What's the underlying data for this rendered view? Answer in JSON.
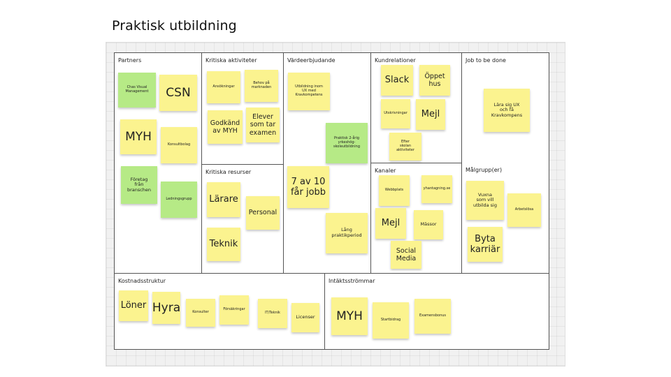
{
  "title": "Praktisk utbildning",
  "sections": {
    "partners": "Partners",
    "kritiska_aktiviteter": "Kritiska aktiviteter",
    "vardeerbjudande": "Värdeerbjudande",
    "kundrelationer": "Kundrelationer",
    "job_to_be_done": "Job to be done",
    "kritiska_resurser": "Kritiska resurser",
    "kanaler": "Kanaler",
    "malgrupper": "Målgrupp(er)",
    "kostnadsstruktur": "Kostnadsstruktur",
    "intaktsstrommar": "Intäktsströmmar"
  },
  "notes": {
    "chas": "Chas Visual\nManagement",
    "csn": "CSN",
    "myh_partner": "MYH",
    "konsultbolag": "Konsultbolag",
    "foretag": "Företag\nfrån\nbranschen",
    "ledningsgrupp": "Ledningsgrupp",
    "ansokningar": "Ansökningar",
    "behov": "Behov på\nmarknaden",
    "godkand": "Godkänd\nav MYH",
    "elever": "Elever\nsom tar\nexamen",
    "larare": "Lärare",
    "personal": "Personal",
    "teknik": "Teknik",
    "utbildning_ux": "Utbildning inom\nUX med\nKravkompetens",
    "praktisk": "Praktisk 2-årig\nyrkeshög-\nskoleutbildning",
    "sjuav10": "7 av 10\nfår jobb",
    "lang_praktik": "Lång\npraktikperiod",
    "slack": "Slack",
    "oppet_hus": "Öppet\nhus",
    "utskick": "Utskrivningar",
    "mejl_kund": "Mejl",
    "efter_skolan": "Efter\nskolan\naktiviteter",
    "webbplats": "Webbplats",
    "yhantagning": "yhantagning.se",
    "mejl_kanal": "Mejl",
    "massor": "Mässor",
    "social_media": "Social\nMedia",
    "lara_sig": "Lära sig UX\noch få\nKravkompens",
    "vuxna": "Vuxna\nsom vill\nutbilda sig",
    "arbetslosa": "Arbetslösa",
    "byta_karriar": "Byta\nkarriär",
    "loner": "Löner",
    "hyra": "Hyra",
    "konsulter": "Konsulter",
    "forsakringar": "Försäkringar",
    "it_teknik": "IT/Teknik",
    "licenser": "Licenser",
    "myh_intakt": "MYH",
    "startbidrag": "Startbidrag",
    "examensbonus": "Examensbonus"
  },
  "colors": {
    "yellow_note": "#fbf38f",
    "green_note": "#b6ea86"
  }
}
